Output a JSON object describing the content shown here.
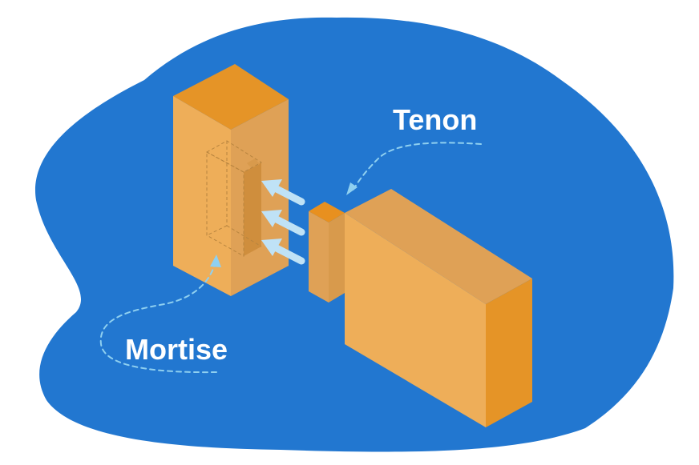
{
  "labels": {
    "tenon": "Tenon",
    "mortise": "Mortise"
  },
  "colors": {
    "background_blob": "#2277d0",
    "wood_top": "#e59427",
    "wood_front": "#eeae59",
    "wood_side": "#dfa156",
    "wood_dark": "#e8901f",
    "arrow": "#bfe2f6",
    "dashed_line": "#8fd0f0"
  },
  "arrow_count": 3
}
